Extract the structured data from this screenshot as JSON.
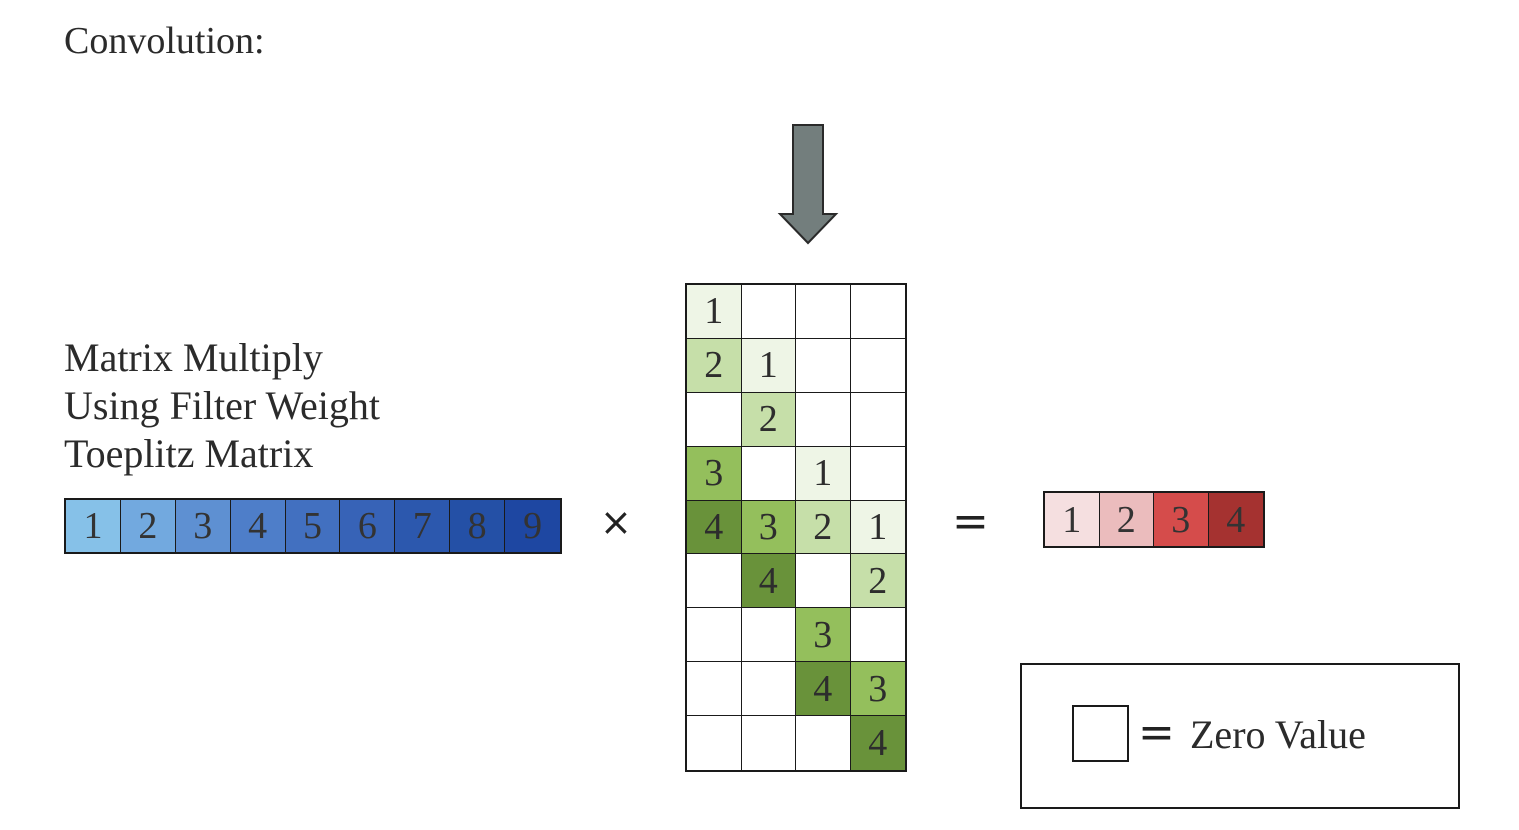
{
  "title": "Convolution:",
  "description": [
    "Matrix Multiply",
    "Using Filter Weight",
    "Toeplitz Matrix"
  ],
  "input_vector": {
    "values": [
      "1",
      "2",
      "3",
      "4",
      "5",
      "6",
      "7",
      "8",
      "9"
    ],
    "colors": [
      "#86c1e8",
      "#72a9df",
      "#5e90d2",
      "#4e7ec9",
      "#4270c0",
      "#3763b7",
      "#2c58ae",
      "#2450a6",
      "#1e47a2"
    ]
  },
  "operators": {
    "times": "×",
    "equals": "="
  },
  "toeplitz_matrix": {
    "rows": [
      [
        "1",
        "",
        "",
        ""
      ],
      [
        "2",
        "1",
        "",
        ""
      ],
      [
        "",
        "2",
        "",
        ""
      ],
      [
        "3",
        "",
        "1",
        ""
      ],
      [
        "4",
        "3",
        "2",
        "1"
      ],
      [
        "",
        "4",
        "",
        "2"
      ],
      [
        "",
        "",
        "3",
        ""
      ],
      [
        "",
        "",
        "4",
        "3"
      ],
      [
        "",
        "",
        "",
        "4"
      ]
    ],
    "value_colors": {
      "1": "#eef5e6",
      "2": "#c6dfa9",
      "3": "#94bf5c",
      "4": "#69923a"
    },
    "zero_color": "#ffffff"
  },
  "output_vector": {
    "values": [
      "1",
      "2",
      "3",
      "4"
    ],
    "colors": [
      "#f5dfe0",
      "#ebbcbd",
      "#d54c4b",
      "#a53230"
    ]
  },
  "arrow": {
    "color": "#737e7d",
    "icon": "down-arrow-icon"
  },
  "legend": {
    "equals": "=",
    "label": "Zero Value"
  }
}
